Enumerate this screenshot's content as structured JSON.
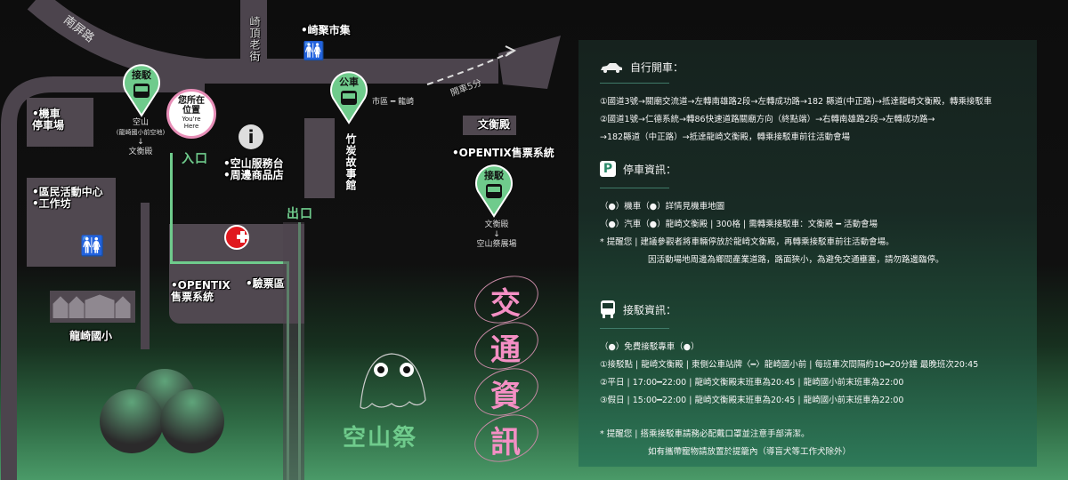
{
  "map": {
    "roads": {
      "nanping": "南屏路",
      "qiding": "崎頂老街"
    },
    "places": {
      "market": "•崎聚市集",
      "moto_parking": [
        "•機車",
        "停車場"
      ],
      "service": [
        "•空山服務台",
        "•周邊商品店"
      ],
      "community": [
        "•區民活動中心",
        "•工作坊"
      ],
      "opentix_venue": [
        "•OPENTIX",
        "售票系統"
      ],
      "ticket_check": "•驗票區",
      "school": "龍崎國小",
      "bamboo_museum": "竹炭故事館",
      "wenheng_hall": "文衡殿",
      "opentix_right": "•OPENTIX售票系統"
    },
    "pins": {
      "shuttle_left": {
        "label": "接駁",
        "sub1": "空山",
        "sub2": "(龍崎國小前空地)",
        "arrow": "↓",
        "sub3": "文衡殿"
      },
      "bus": {
        "label": "公車",
        "route": "市區 ━ 龍崎"
      },
      "shuttle_right": {
        "label": "接駁",
        "sub1": "文衡殿",
        "arrow": "↓",
        "sub2": "空山祭展場"
      }
    },
    "you_are_here": {
      "zh1": "您所在",
      "zh2": "位置",
      "en1": "You're",
      "en2": "Here"
    },
    "entrance": "入口",
    "exit": "出口",
    "drive_time": "開車5分",
    "info_icon": "i",
    "colors": {
      "green": "#6fcb8c",
      "pink": "#f48fc4",
      "road": "#4c444d",
      "red": "#e0191f"
    }
  },
  "title": {
    "chars": [
      "交",
      "通",
      "資",
      "訊"
    ]
  },
  "mascot": {
    "text": "空山祭"
  },
  "panel": {
    "drive": {
      "heading": "自行開車：",
      "lines": [
        "①國道3號→關廟交流道→左轉南雄路2段→左轉成功路→182 縣道(中正路)→抵達龍崎文衡殿，轉乘接駁車",
        "②國道1號→仁德系統→轉86快速道路關廟方向（終點端）→右轉南雄路2段→左轉成功路→",
        "→182縣道（中正路）→抵達龍崎文衡殿，轉乘接駁車前往活動會場"
      ]
    },
    "parking": {
      "heading": "停車資訊：",
      "icon_letter": "P",
      "lines": [
        "（●）機車（●）詳情見機車地圖",
        "（●）汽車（●）龍崎文衡殿 | 300格 | 需轉乘接駁車：文衡殿 ━ 活動會場",
        "* 提醒您 | 建議參觀者將車輛停放於龍崎文衡殿，再轉乘接駁車前往活動會場。",
        "因活動場地周邊為鄉間產業道路，路面狹小，為避免交通壅塞，請勿路邊臨停。"
      ]
    },
    "shuttle": {
      "heading": "接駁資訊：",
      "lines": [
        "（●）免費接駁專車（●）",
        "①接駁點 | 龍崎文衡殿 | 東側公車站牌〈━〉龍崎國小前 | 每班車次間隔約10━20分鐘 最晚班次20:45",
        "②平日 | 17:00━22:00 | 龍崎文衡殿末班車為20:45 | 龍崎國小前末班車為22:00",
        "③假日 | 15:00━22:00 | 龍崎文衡殿末班車為20:45 | 龍崎國小前末班車為22:00",
        "* 提醒您 | 搭乘接駁車請務必配戴口罩並注意手部清潔。",
        "如有攜帶寵物請放置於提籠內（導盲犬等工作犬除外）"
      ]
    }
  }
}
